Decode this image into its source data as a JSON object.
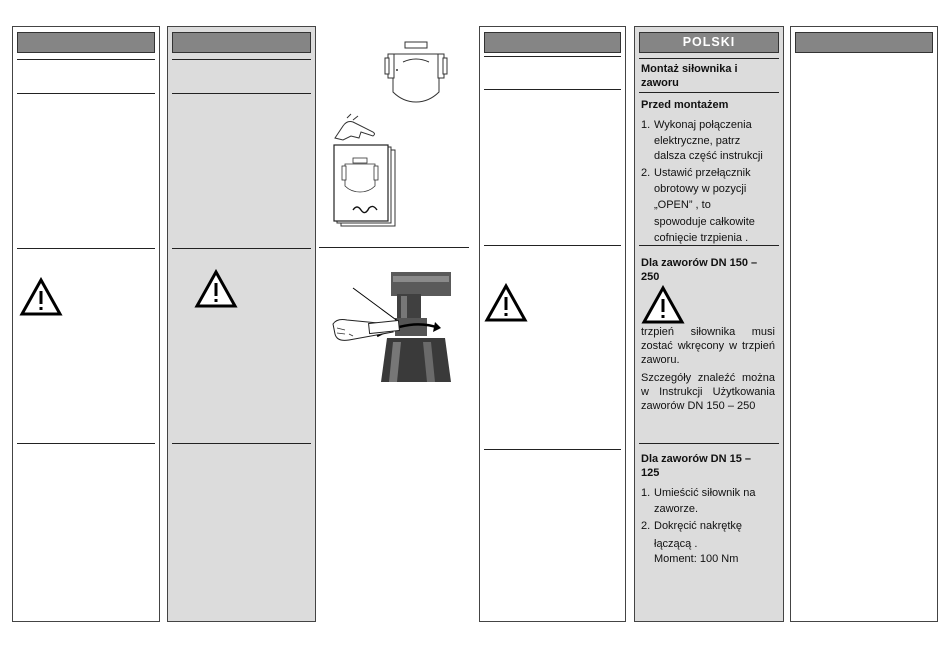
{
  "polish": {
    "header": "POLSKI",
    "title": "Montaż siłownika i zaworu",
    "before_mounting": "Przed montażem",
    "steps_before": [
      {
        "num": "1.",
        "lines": [
          "Wykonaj połączenia",
          "elektryczne, patrz",
          "dalsza część instrukcji"
        ]
      },
      {
        "num": "2.",
        "lines": [
          "Ustawić przełącznik",
          "obrotowy w pozycji",
          "„OPEN”    , to",
          "spowoduje całkowite",
          "cofnięcie trzpienia    ."
        ]
      }
    ],
    "dn150_heading": "Dla zaworów DN 150 – 250",
    "dn150_text": "trzpień siłownika musi zostać wkręcony w trzpień zaworu.",
    "dn150_details": "Szczegóły znaleźć można w Instrukcji Użytkowania zaworów DN 150 – 250",
    "dn15_heading": "Dla zaworów DN 15 – 125",
    "steps_dn15": [
      {
        "num": "1.",
        "lines": [
          "Umieścić siłownik na",
          "zaworze."
        ]
      },
      {
        "num": "2.",
        "lines": [
          "Dokręcić nakrętkę",
          "łączącą    .",
          "Moment: 100 Nm"
        ]
      }
    ]
  }
}
